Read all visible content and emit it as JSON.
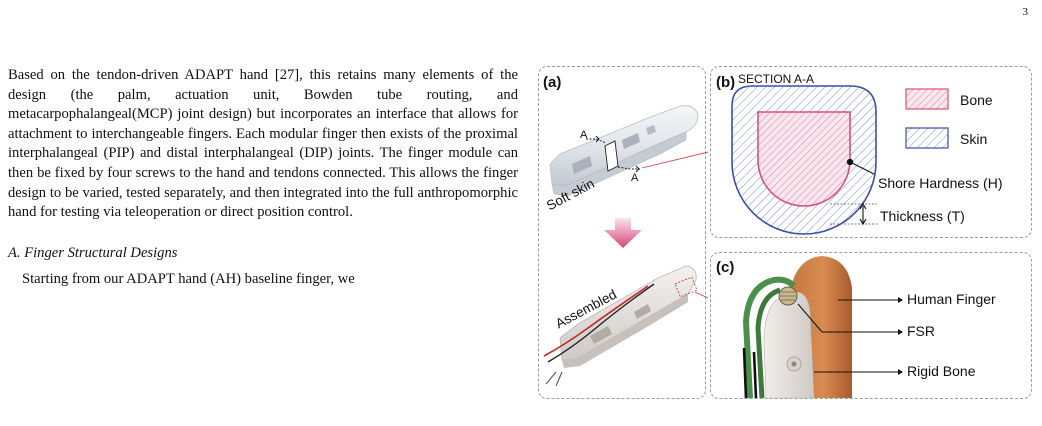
{
  "page_number": "3",
  "body_text": {
    "paragraph1": "Based on the tendon-driven ADAPT hand [27], this retains many elements of the design (the palm, actuation unit, Bowden tube routing, and metacarpophalangeal(MCP) joint design) but incorporates an interface that allows for attachment to interchangeable fingers. Each modular finger then exists of the proximal interphalangeal (PIP) and distal interphalangeal (DIP) joints. The finger module can then be fixed by four screws to the hand and tendons connected. This allows the finger design to be varied, tested separately, and then integrated into the full anthropomorphic hand for testing via teleoperation or direct position control.",
    "section_heading": "A.  Finger Structural Designs",
    "paragraph2": "Starting from our ADAPT hand (AH) baseline finger, we"
  },
  "figure": {
    "panel_a": {
      "label": "(a)",
      "section_mark_top": "A",
      "section_mark_bottom": "A",
      "soft_skin": "Soft skin",
      "assembled": "Assembled"
    },
    "panel_b": {
      "label": "(b)",
      "title": "SECTION A-A",
      "legend": [
        {
          "name": "Bone",
          "color": "#d94f7e"
        },
        {
          "name": "Skin",
          "color": "#3a4ea8"
        }
      ],
      "shore_hardness": "Shore Hardness (H)",
      "thickness": "Thickness (T)"
    },
    "panel_c": {
      "label": "(c)",
      "human_finger": "Human Finger",
      "fsr": "FSR",
      "rigid_bone": "Rigid Bone"
    }
  }
}
